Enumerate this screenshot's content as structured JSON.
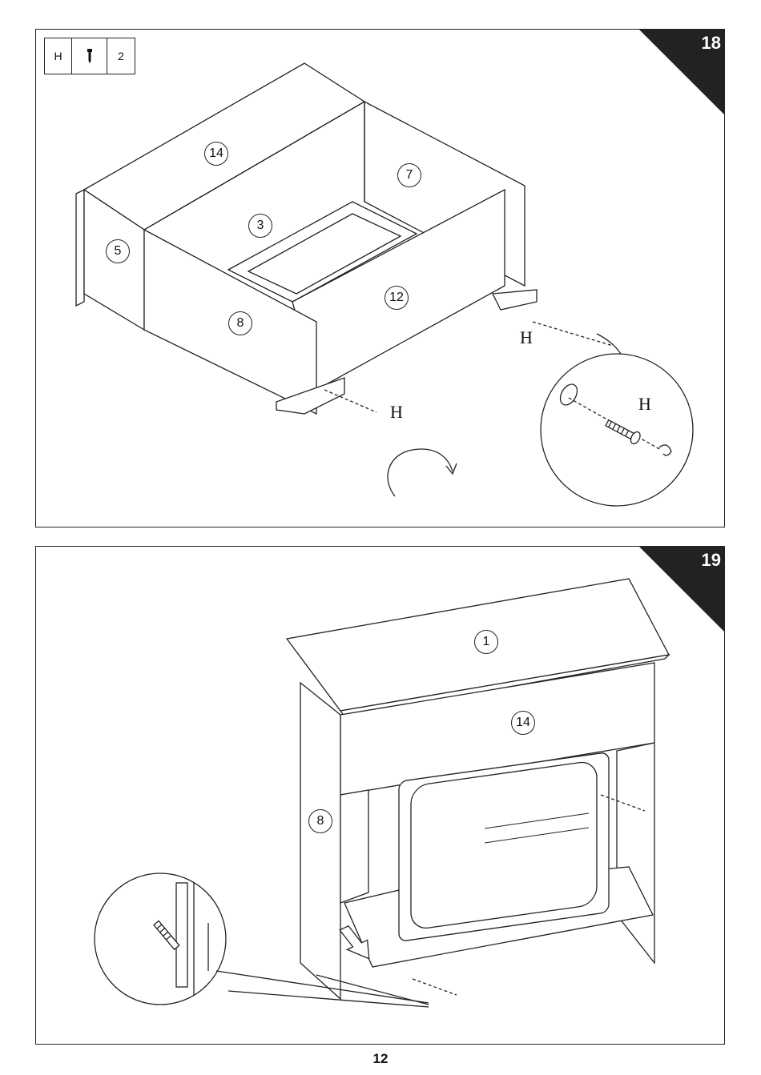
{
  "step18": {
    "number": "18",
    "hardware": {
      "letter": "H",
      "icon": "screw-icon",
      "qty": "2"
    },
    "parts": [
      "14",
      "7",
      "3",
      "5",
      "12",
      "8"
    ],
    "screw_labels": [
      "H",
      "H",
      "H"
    ],
    "rotate_icon": "rotate-arrow-icon"
  },
  "step19": {
    "number": "19",
    "parts": [
      "1",
      "14",
      "8"
    ],
    "insert_icon": "up-arrow-icon"
  },
  "page_number": "12"
}
